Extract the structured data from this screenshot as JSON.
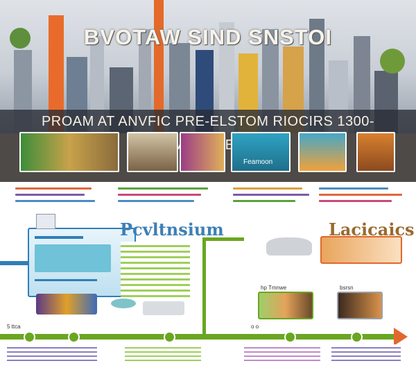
{
  "banner": {
    "title": "BVOTAW SIND SNSTOI",
    "subtitle": "PROAM AT ANVFIC PRE-ELSTOM RIOCIRS 1300-IMAINTRIENS",
    "panel_label": "Feamoon"
  },
  "sections": {
    "left_title": "Pcvltnsium",
    "right_title": "Lacicaics",
    "mid_caption_1": "hp Tmnwe",
    "mid_caption_2": "bsrsn"
  },
  "timeline": {
    "label_a": "5 ttca",
    "label_b": "o o"
  },
  "colors": {
    "timeline_green": "#6aa621",
    "arrow_orange": "#e2672d",
    "left_accent_blue": "#2f7fb8",
    "right_title_brown": "#9b6a2e"
  }
}
